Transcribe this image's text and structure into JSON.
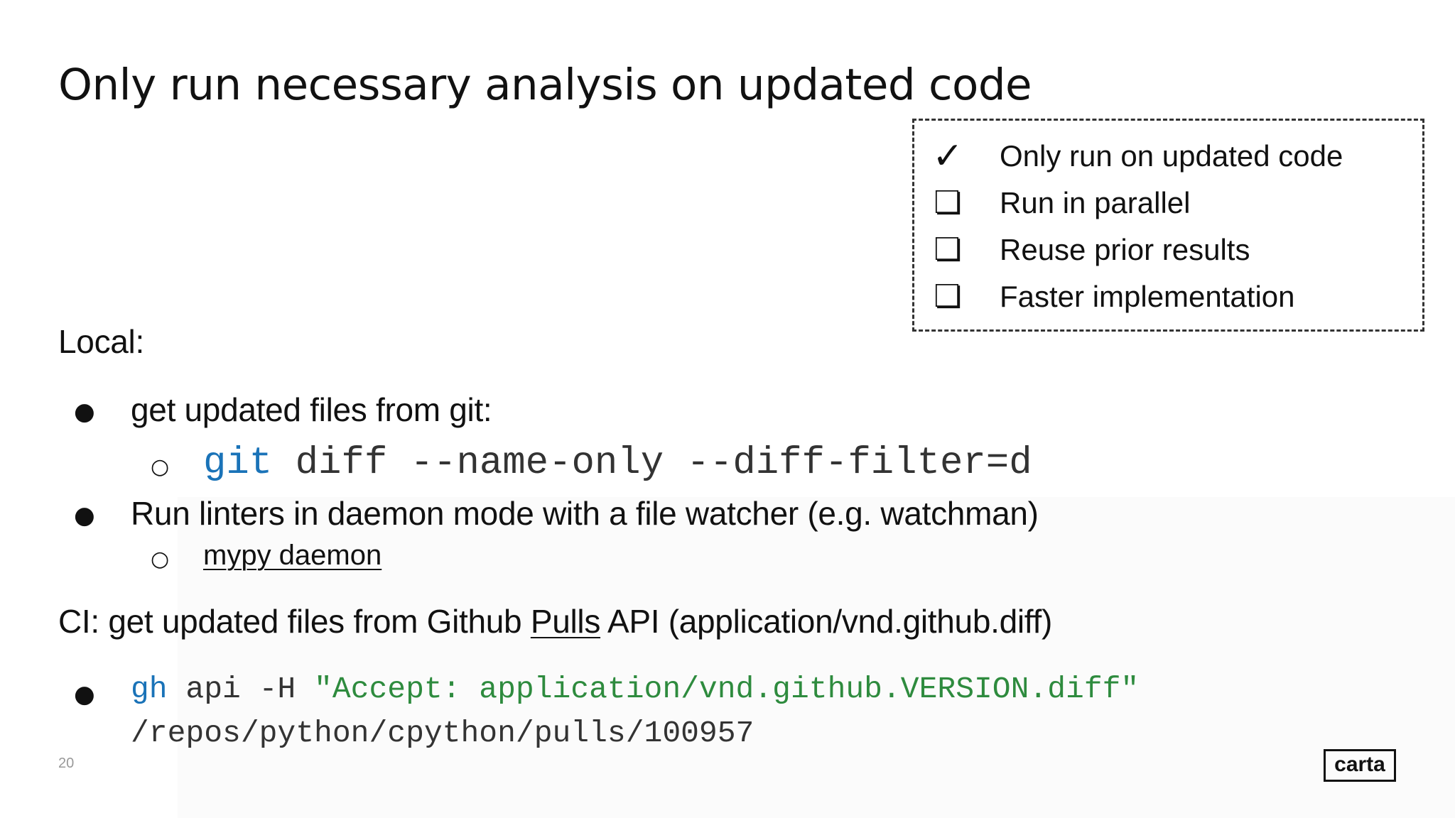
{
  "slide": {
    "title": "Only run necessary analysis on updated code",
    "page_number": "20",
    "logo_text": "carta"
  },
  "checklist": {
    "items": [
      {
        "mark": "✓",
        "label": "Only run on updated code",
        "checked": true
      },
      {
        "mark": "❏",
        "label": "Run in parallel",
        "checked": false
      },
      {
        "mark": "❏",
        "label": "Reuse prior results",
        "checked": false
      },
      {
        "mark": "❏",
        "label": "Faster implementation",
        "checked": false
      }
    ]
  },
  "local": {
    "heading": "Local:",
    "bullet1": "get updated files from git:",
    "cmd1_prog": "git",
    "cmd1_args": " diff --name-only --diff-filter=d",
    "bullet2": "Run linters in daemon mode with a file watcher (e.g. watchman)",
    "sub2_link": "mypy daemon"
  },
  "ci": {
    "prefix": "CI: get updated files from Github ",
    "link": "Pulls",
    "suffix": " API (application/vnd.github.diff)",
    "cmd_prog": "gh",
    "cmd_mid": " api -H ",
    "cmd_string": "\"Accept: application/vnd.github.VERSION.diff\"",
    "cmd_line2": "/repos/python/cpython/pulls/100957"
  },
  "colors": {
    "code_keyword": "#1a73b8",
    "code_string": "#2e8b3e"
  }
}
